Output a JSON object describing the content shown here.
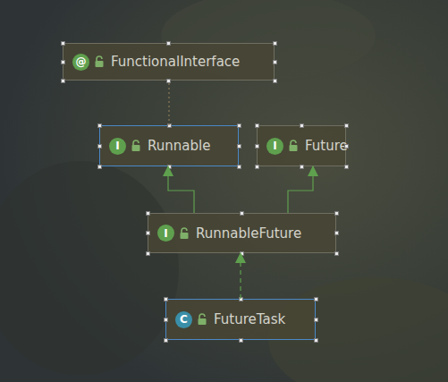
{
  "diagram": {
    "nodes": [
      {
        "text": [
          "@",
          "FunctionalInterface"
        ]
      },
      {
        "text": [
          "I",
          "Runnable"
        ]
      },
      {
        "text": [
          "I",
          "Future"
        ]
      },
      {
        "text": [
          "I",
          "RunnableFuture"
        ]
      },
      {
        "text": [
          "C",
          "FutureTask"
        ]
      }
    ],
    "edges": [
      {
        "from": 1,
        "to": 0,
        "arrow": "none"
      },
      {
        "from": 3,
        "to": 1,
        "arrow": "to"
      },
      {
        "from": 3,
        "to": 2,
        "arrow": "to"
      },
      {
        "from": 4,
        "to": 3,
        "arrow": "to"
      }
    ]
  }
}
